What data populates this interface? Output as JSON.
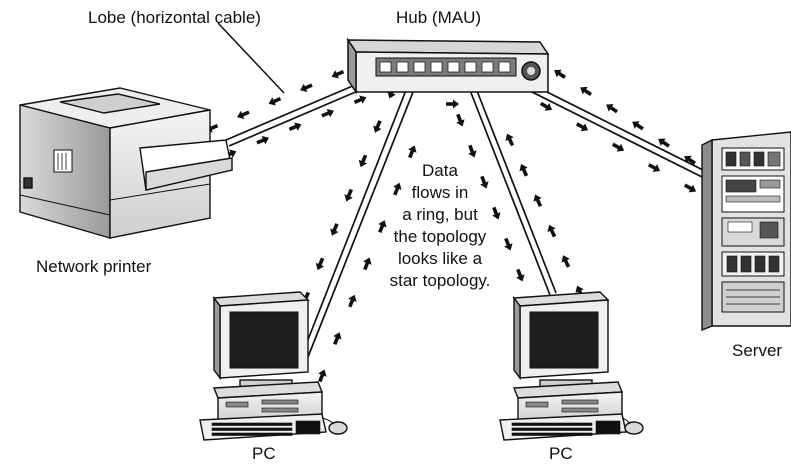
{
  "labels": {
    "lobe": "Lobe (horizontal cable)",
    "hub": "Hub (MAU)",
    "printer": "Network printer",
    "server": "Server",
    "pc_left": "PC",
    "pc_right": "PC"
  },
  "note_lines": [
    "Data",
    "flows in",
    "a ring, but",
    "the topology",
    "looks like a",
    "star topology."
  ],
  "colors": {
    "line": "#111111",
    "arrow": "#111111",
    "device_light": "#e6e6e6",
    "device_mid": "#bdbdbd",
    "device_dark": "#707070"
  }
}
